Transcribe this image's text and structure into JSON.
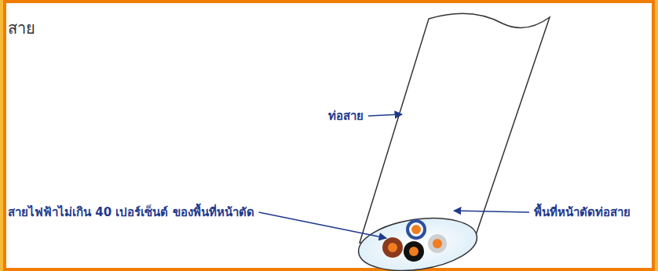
{
  "diagram": {
    "labels": [
      "สาย",
      "ท่อสาย",
      "สายไฟฟ้าไม่เกิน 40 เปอร์เซ็นต์ ของพื้นที่หน้าตัด",
      "พื้นที่หน้าตัดท่อสาย"
    ]
  }
}
